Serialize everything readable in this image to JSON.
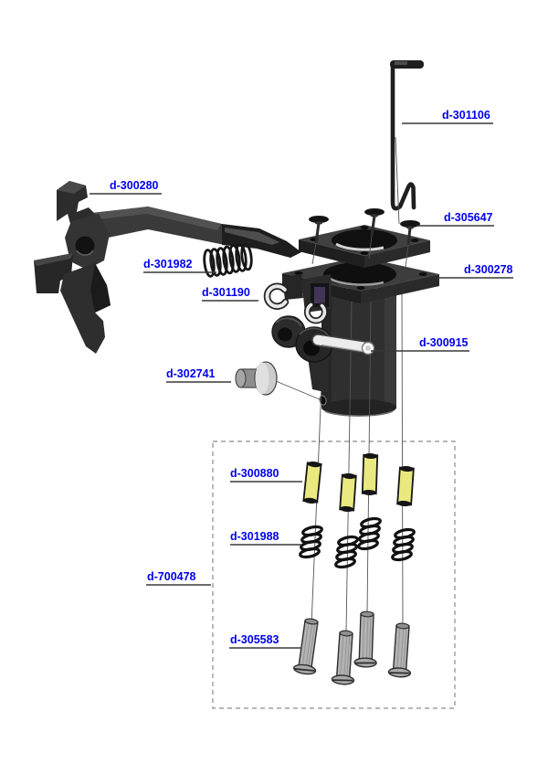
{
  "diagram": {
    "kind": "exploded-parts-diagram",
    "parts": [
      {
        "id": "d-301106"
      },
      {
        "id": "d-300280"
      },
      {
        "id": "d-305647"
      },
      {
        "id": "d-300278"
      },
      {
        "id": "d-301982"
      },
      {
        "id": "d-301190"
      },
      {
        "id": "d-300915"
      },
      {
        "id": "d-302741"
      },
      {
        "id": "d-300880"
      },
      {
        "id": "d-301988"
      },
      {
        "id": "d-700478"
      },
      {
        "id": "d-305583"
      }
    ],
    "colors": {
      "label_link": "#0000ee",
      "leader_line": "#383838",
      "part_dark": "#2e2e2e",
      "sleeve_yellow": "#e9e97f",
      "metal_gray": "#b5b5b5",
      "pin_white": "#ececec",
      "dashed_box": "#8c8c8c",
      "background": "#ffffff"
    }
  }
}
